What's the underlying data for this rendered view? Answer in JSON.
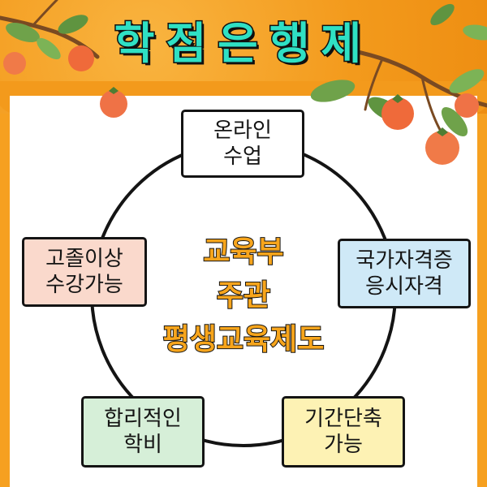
{
  "title": "학점은행제",
  "center": {
    "line1": "교육부",
    "line2": "주관",
    "line3": "평생교육제도"
  },
  "nodes": {
    "top": {
      "line1": "온라인",
      "line2": "수업"
    },
    "left": {
      "line1": "고졸이상",
      "line2": "수강가능"
    },
    "right": {
      "line1": "국가자격증",
      "line2": "응시자격"
    },
    "bottom_left": {
      "line1": "합리적인",
      "line2": "학비"
    },
    "bottom_right": {
      "line1": "기간단축",
      "line2": "가능"
    }
  },
  "colors": {
    "header_orange": "#f6a020",
    "title_fill": "#2fe0c4",
    "center_text": "#f7a51c",
    "node_top": "#ffffff",
    "node_left": "#fad9cc",
    "node_right": "#cfe9f7",
    "node_bottom_left": "#d6efd8",
    "node_bottom_right": "#fdf2b4"
  },
  "icons": [
    "persimmon-icon",
    "leaf-icon",
    "branch-icon"
  ]
}
